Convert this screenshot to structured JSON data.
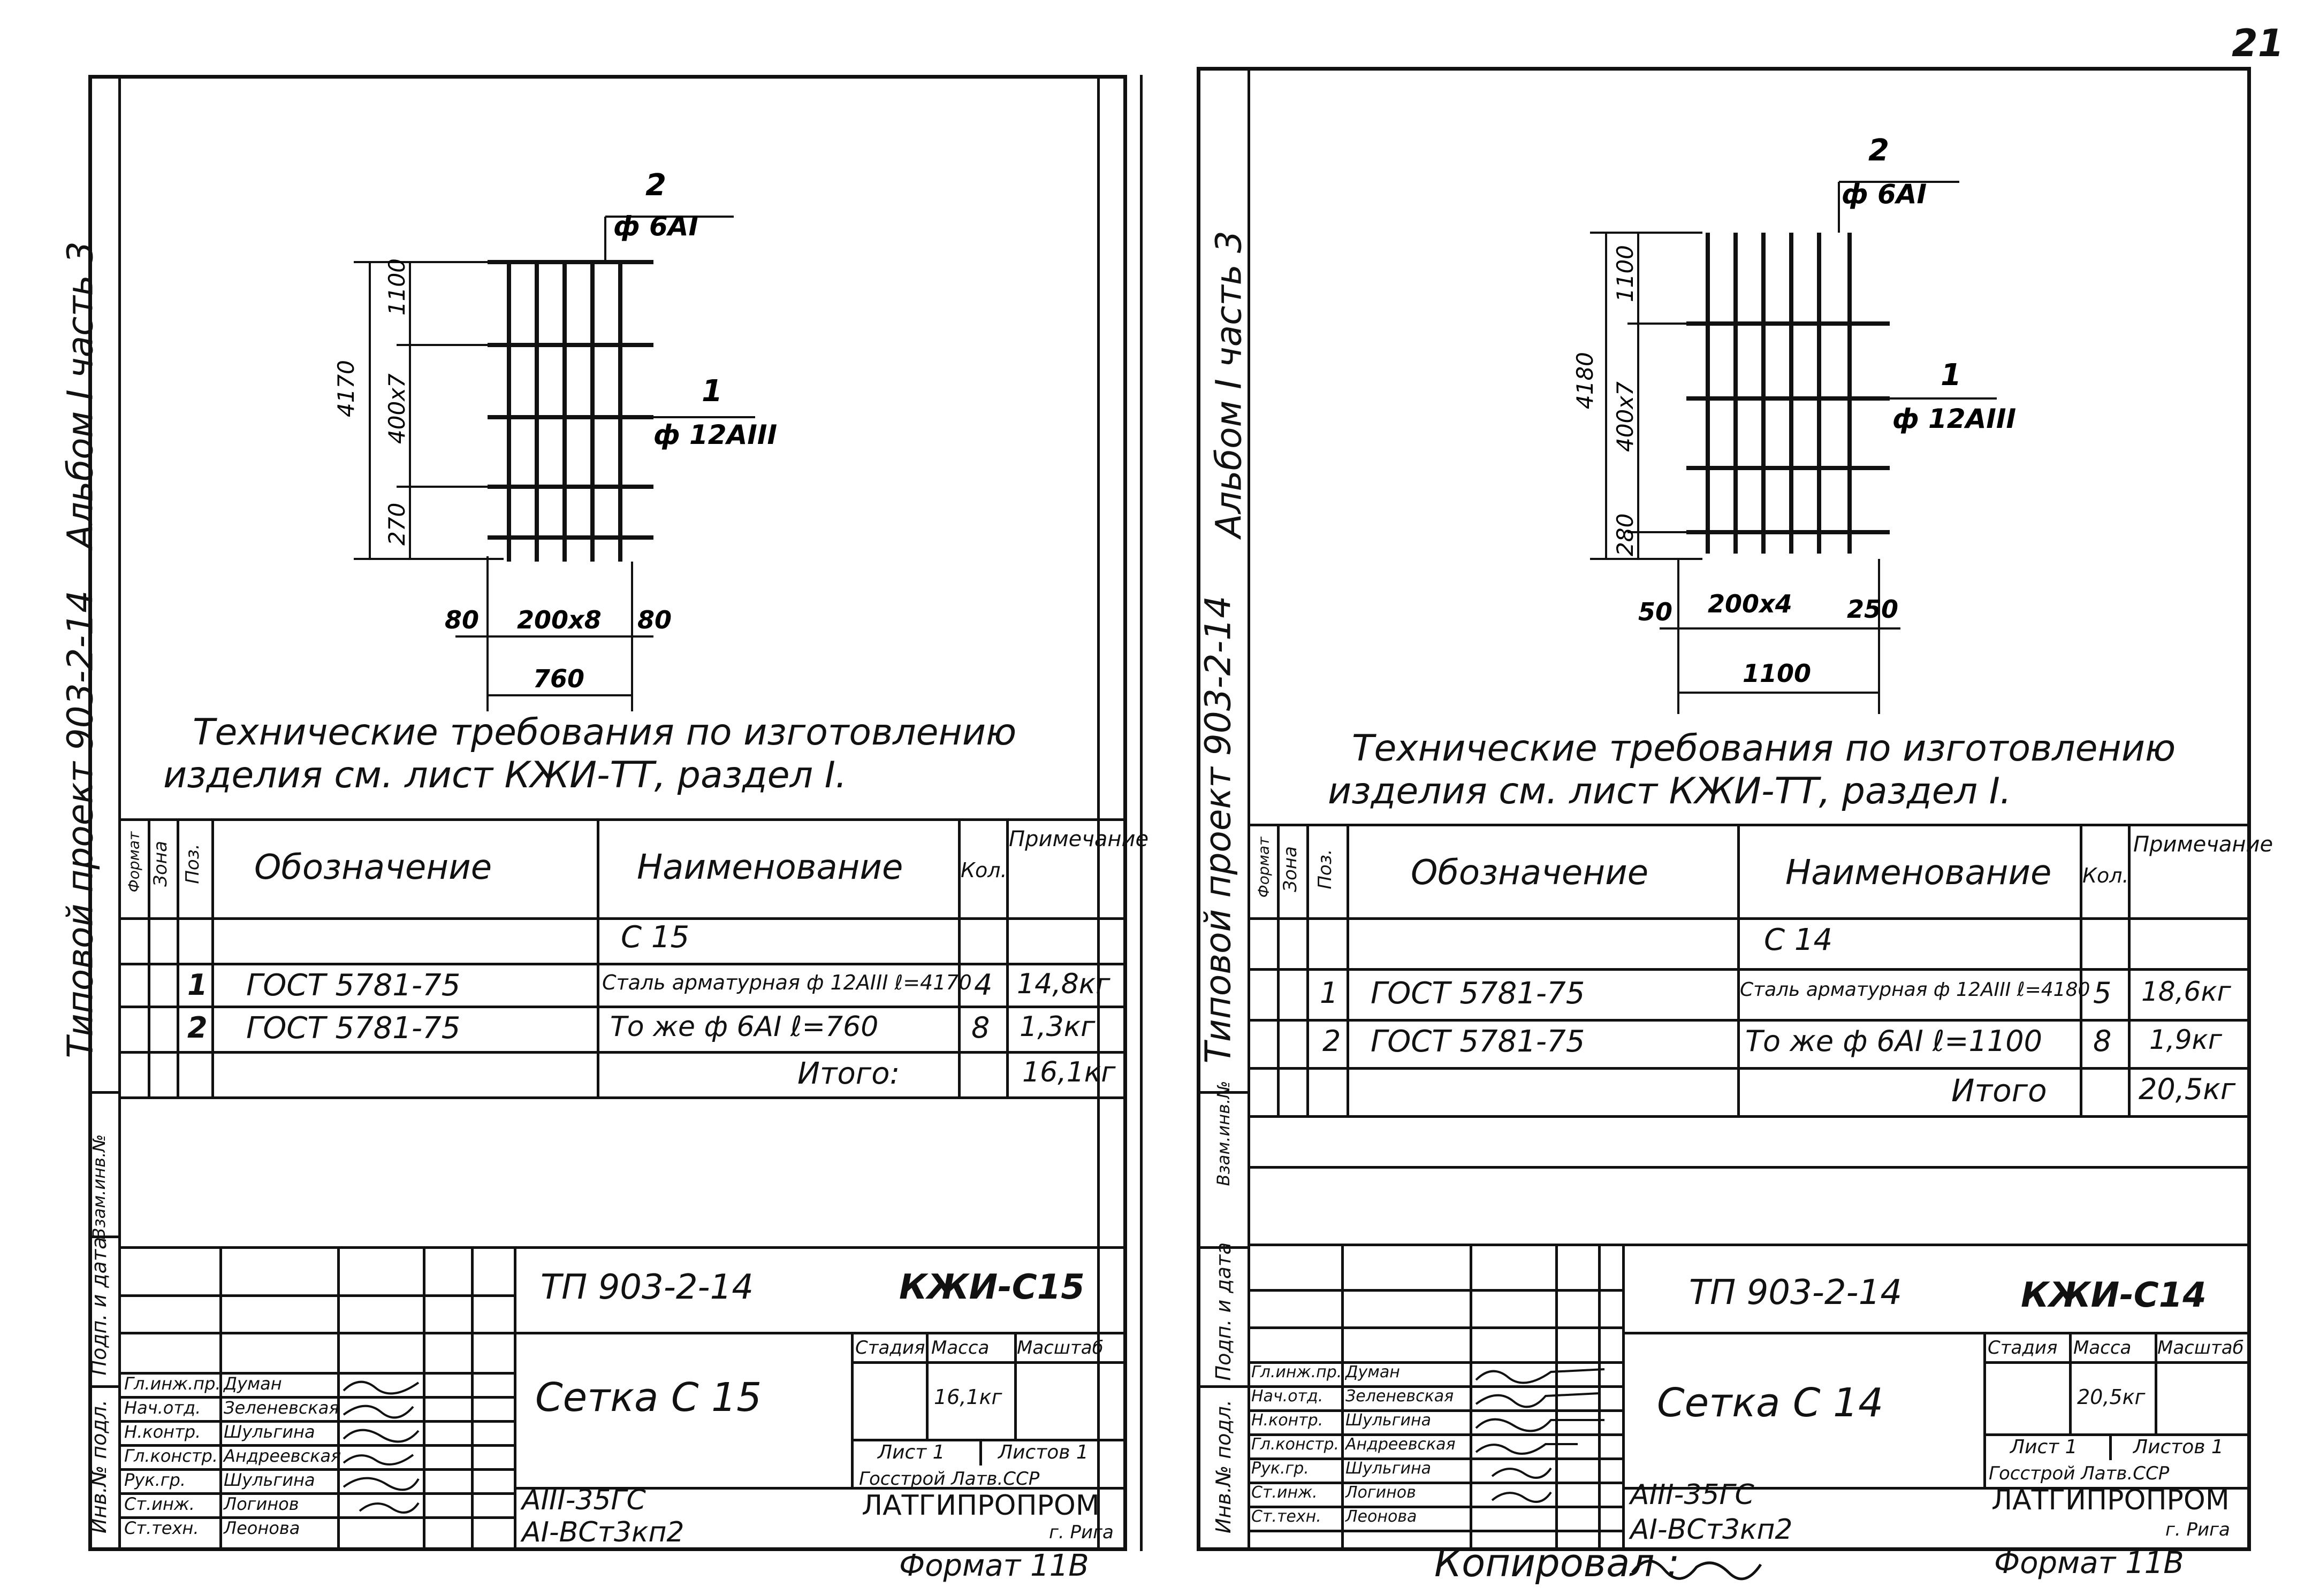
{
  "page_number": "21",
  "footer_center": "Копировал :",
  "sheets": [
    {
      "id": "left",
      "side_labels": {
        "album": "Альбом I часть 3",
        "project": "Типовой проект 903-2-14",
        "vzam": "Взам.инв.№",
        "podp": "Подп. и дата",
        "inv": "Инв.№ подл."
      },
      "drawing": {
        "bar_top": {
          "pos": "2",
          "spec": "ф 6АI"
        },
        "bar_side": {
          "pos": "1",
          "spec": "ф 12АIII"
        },
        "dims_vertical": {
          "total": "4170",
          "top": "1100",
          "middle": "400x7",
          "bottom": "270"
        },
        "dims_horizontal": {
          "left": "80",
          "middle": "200x8",
          "right": "80",
          "total": "760"
        }
      },
      "note": [
        "Технические требования по изготовлению",
        "изделия см. лист КЖИ-ТТ, раздел I."
      ],
      "spec_table": {
        "headers": {
          "format": "Формат",
          "zone": "Зона",
          "pos": "Поз.",
          "designation": "Обозначение",
          "name": "Наименование",
          "qty": "Кол.",
          "note": "Примечание"
        },
        "group_title": "С 15",
        "rows": [
          {
            "pos": "1",
            "designation": "ГОСТ 5781-75",
            "name": "Сталь арматурная ф 12АIII ℓ=4170",
            "qty": "4",
            "note": "14,8кг"
          },
          {
            "pos": "2",
            "designation": "ГОСТ 5781-75",
            "name": "То же ф 6АI ℓ=760",
            "qty": "8",
            "note": "1,3кг"
          }
        ],
        "total_label": "Итого:",
        "total_value": "16,1кг"
      },
      "title_block": {
        "project_code": "ТП 903-2-14",
        "drawing_code": "КЖИ-С15",
        "roles": [
          "Гл.инж.пр.",
          "Нач.отд.",
          "Н.контр.",
          "Гл.констр.",
          "Рук.гр.",
          "Ст.инж.",
          "Ст.техн."
        ],
        "names": [
          "Думан",
          "Зеленевская",
          "Шульгина",
          "Андреевская",
          "Шульгина",
          "Логинов",
          "Леонова"
        ],
        "title": "Сетка С 15",
        "col_headers": {
          "stage": "Стадия",
          "mass": "Масса",
          "scale": "Масштаб"
        },
        "mass": "16,1кг",
        "sheet": "Лист 1",
        "sheets": "Листов 1",
        "materials": [
          "АIII-35ГС",
          "АI-ВСт3кп2"
        ],
        "org_top": "Госстрой Латв.ССР",
        "org_name": "ЛАТГИПРОПРОМ",
        "org_city": "г. Рига",
        "format": "Формат 11В"
      }
    },
    {
      "id": "right",
      "side_labels": {
        "album": "Альбом I часть 3",
        "project": "Типовой проект 903-2-14",
        "vzam": "Взам.инв.№",
        "podp": "Подп. и дата",
        "inv": "Инв.№ подл."
      },
      "drawing": {
        "bar_top": {
          "pos": "2",
          "spec": "ф 6АI"
        },
        "bar_side": {
          "pos": "1",
          "spec": "ф 12АIII"
        },
        "dims_vertical": {
          "total": "4180",
          "top": "1100",
          "middle": "400x7",
          "bottom": "280"
        },
        "dims_horizontal": {
          "left": "50",
          "middle": "200x4",
          "right": "250",
          "total": "1100"
        }
      },
      "note": [
        "Технические требования по изготовлению",
        "изделия см. лист КЖИ-ТТ, раздел I."
      ],
      "spec_table": {
        "headers": {
          "format": "Формат",
          "zone": "Зона",
          "pos": "Поз.",
          "designation": "Обозначение",
          "name": "Наименование",
          "qty": "Кол.",
          "note": "Примечание"
        },
        "group_title": "С 14",
        "rows": [
          {
            "pos": "1",
            "designation": "ГОСТ 5781-75",
            "name": "Сталь арматурная ф 12АIII ℓ=4180",
            "qty": "5",
            "note": "18,6кг"
          },
          {
            "pos": "2",
            "designation": "ГОСТ 5781-75",
            "name": "То же ф 6АI ℓ=1100",
            "qty": "8",
            "note": "1,9кг"
          }
        ],
        "total_label": "Итого",
        "total_value": "20,5кг"
      },
      "title_block": {
        "project_code": "ТП 903-2-14",
        "drawing_code": "КЖИ-С14",
        "roles": [
          "Гл.инж.пр.",
          "Нач.отд.",
          "Н.контр.",
          "Гл.констр.",
          "Рук.гр.",
          "Ст.инж.",
          "Ст.техн."
        ],
        "names": [
          "Думан",
          "Зеленевская",
          "Шульгина",
          "Андреевская",
          "Шульгина",
          "Логинов",
          "Леонова"
        ],
        "title": "Сетка С 14",
        "col_headers": {
          "stage": "Стадия",
          "mass": "Масса",
          "scale": "Масштаб"
        },
        "mass": "20,5кг",
        "sheet": "Лист 1",
        "sheets": "Листов 1",
        "materials": [
          "АIII-35ГС",
          "АI-ВСт3кп2"
        ],
        "org_top": "Госстрой Латв.ССР",
        "org_name": "ЛАТГИПРОПРОМ",
        "org_city": "г. Рига",
        "format": "Формат 11В"
      }
    }
  ]
}
